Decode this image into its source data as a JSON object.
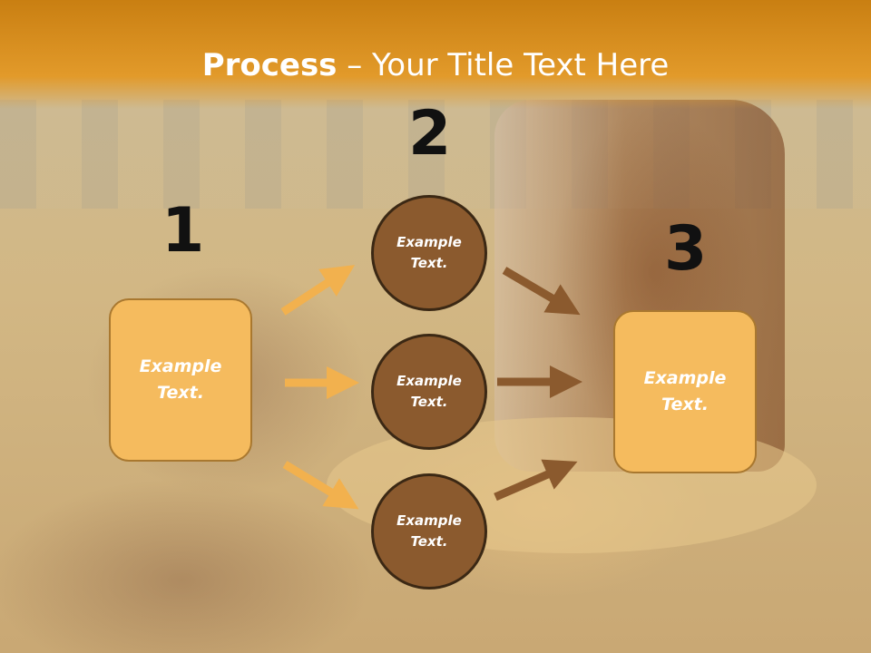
{
  "slide": {
    "title_bold": "Process",
    "title_rest": " – Your Title Text Here"
  },
  "steps": {
    "one": "1",
    "two": "2",
    "three": "3"
  },
  "nodes": {
    "left_box": "Example\nText.",
    "circle_top": "Example\nText.",
    "circle_mid": "Example\nText.",
    "circle_bottom": "Example\nText.",
    "right_box": "Example\nText."
  },
  "colors": {
    "header": "#e29a2a",
    "box_fill": "#f5bb5e",
    "circle_fill": "#8b5a2e",
    "arrow_light": "#f2b14e",
    "arrow_dark": "#8b5a2e"
  }
}
